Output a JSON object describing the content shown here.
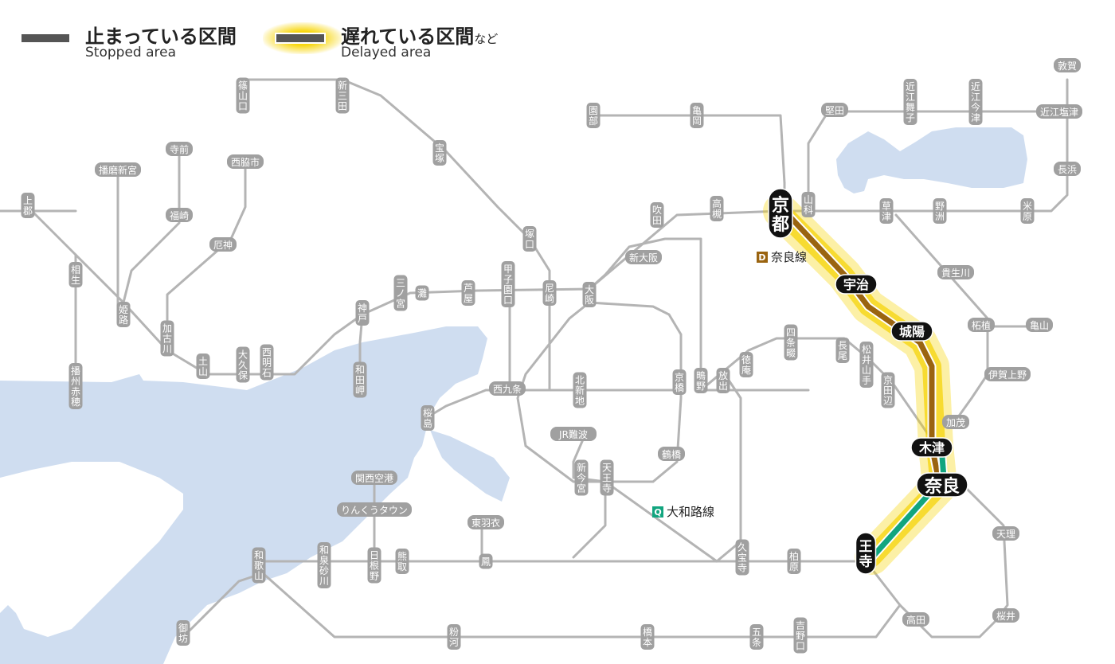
{
  "legend": {
    "stopped": {
      "label": "止まっている区間",
      "sub": "Stopped area"
    },
    "delayed": {
      "label": "遅れている区間",
      "suffix": "など",
      "sub": "Delayed area"
    }
  },
  "lines": {
    "nara": {
      "code": "D",
      "name": "奈良線"
    },
    "yamatoji": {
      "code": "Q",
      "name": "大和路線"
    }
  },
  "colors": {
    "network": "#b4b4b4",
    "water": "#cfddf0",
    "label_bg": "#a0a0a0",
    "highlight": "#f7d400",
    "nara_line": "#9a6410",
    "yamatoji_line": "#12a57f",
    "station_dark": "#111111"
  },
  "stations": {
    "kyoto": "京都",
    "uji": "宇治",
    "joyo": "城陽",
    "kizu": "木津",
    "nara": "奈良",
    "oji": "王寺",
    "osaka": "大阪",
    "himeji": "姫路",
    "aioi": "相生",
    "maibara": "米原",
    "wakayama": "和歌山",
    "tennoji": "天王寺",
    "sasayamaguchi": "篠山口",
    "shinsanda": "新三田",
    "takarazuka": "宝塚",
    "sonobe": "園部",
    "kameoka": "亀岡",
    "katata": "堅田",
    "omimaiko": "近江舞子",
    "omiimazu": "近江今津",
    "tsuruga": "敦賀",
    "omishiotsu": "近江塩津",
    "nagahama": "長浜",
    "kusatsu": "草津",
    "yasu": "野洲",
    "yamashina": "山科",
    "takatsuki": "高槻",
    "suita": "吹田",
    "shinosaka": "新大阪",
    "tsukaguchi": "塚口",
    "amagasaki": "尼崎",
    "koshienguchi": "甲子園口",
    "ashiya": "芦屋",
    "nada": "灘",
    "sannomiya": "三ノ宮",
    "kobe": "神戸",
    "nishiakashi": "西明石",
    "okubo": "大久保",
    "tsuchiyama": "土山",
    "kakogawa": "加古川",
    "kamigori": "上郡",
    "banshuako": "播州赤穂",
    "harimashingu": "播磨新宮",
    "teramae": "寺前",
    "fukusaki": "福崎",
    "nishiwakishi": "西脇市",
    "yakujin": "厄神",
    "wadamisaki": "和田岬",
    "nishikujo": "西九条",
    "sakurajima": "桜島",
    "kitashinchi": "北新地",
    "kyobashi": "京橋",
    "hanaten": "放出",
    "shigino": "鴫野",
    "tsuruhashi": "鶴橋",
    "jrnamba": "JR難波",
    "shinimamiya": "新今宮",
    "shijonawate": "四条畷",
    "tokuan": "徳庵",
    "nagao": "長尾",
    "matsuiyamate": "松井山手",
    "kyotanabe": "京田辺",
    "kamo": "加茂",
    "iga_ueno": "伊賀上野",
    "tsuge": "柘植",
    "kameyama": "亀山",
    "kibukawa": "貴生川",
    "tenri": "天理",
    "sakurai": "桜井",
    "takada": "高田",
    "kashiwara": "柏原",
    "kyuhoji": "久宝寺",
    "kansaikuko": "関西空港",
    "rinku": "りんくうタウン",
    "otori": "鳳",
    "higashihagoromo": "東羽衣",
    "hineno": "日根野",
    "kumatori": "熊取",
    "izumisunagawa": "和泉砂川",
    "gobo": "御坊",
    "kokawa": "粉河",
    "hashimoto": "橋本",
    "gojo": "五条",
    "yoshinoguchi": "吉野口"
  }
}
